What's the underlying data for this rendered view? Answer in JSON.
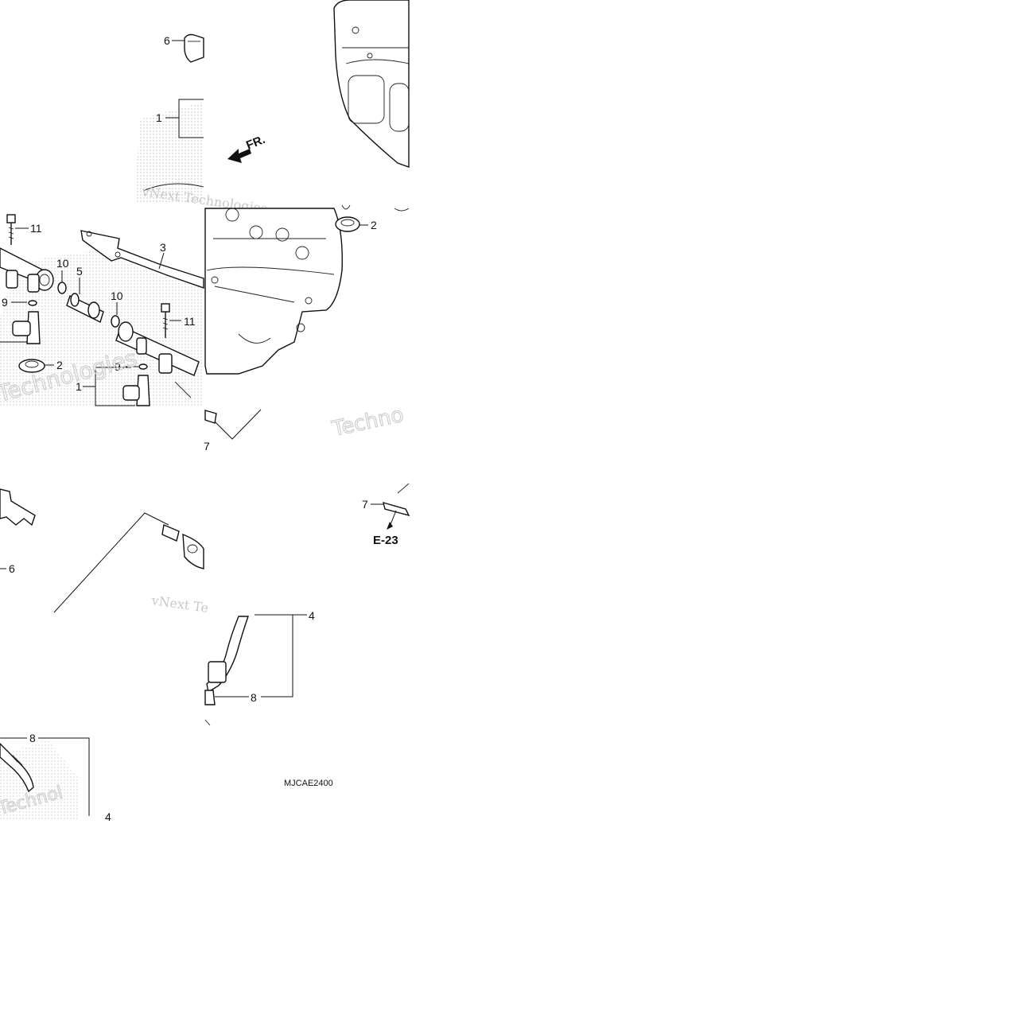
{
  "diagram": {
    "code": "MJCAE2400",
    "direction_label": "FR.",
    "ref_label": "E-23",
    "part_labels": {
      "top_6": "6",
      "top_1": "1",
      "mid_11a": "11",
      "mid_10a": "10",
      "mid_5": "5",
      "mid_3": "3",
      "mid_9a": "9",
      "mid_10b": "10",
      "mid_11b": "11",
      "mid_2a": "2",
      "mid_9b": "9",
      "mid_1": "1",
      "right_2": "2",
      "right_7": "7",
      "mid_7": "7",
      "left_6": "6",
      "harness_4a": "4",
      "harness_8a": "8",
      "harness_8b": "8",
      "harness_4b": "4"
    },
    "watermarks": {
      "w1": "vNext Technologies",
      "w2": "Technologies",
      "w3": "Technol",
      "w4": "vNext Te",
      "w5": "Techno"
    }
  }
}
